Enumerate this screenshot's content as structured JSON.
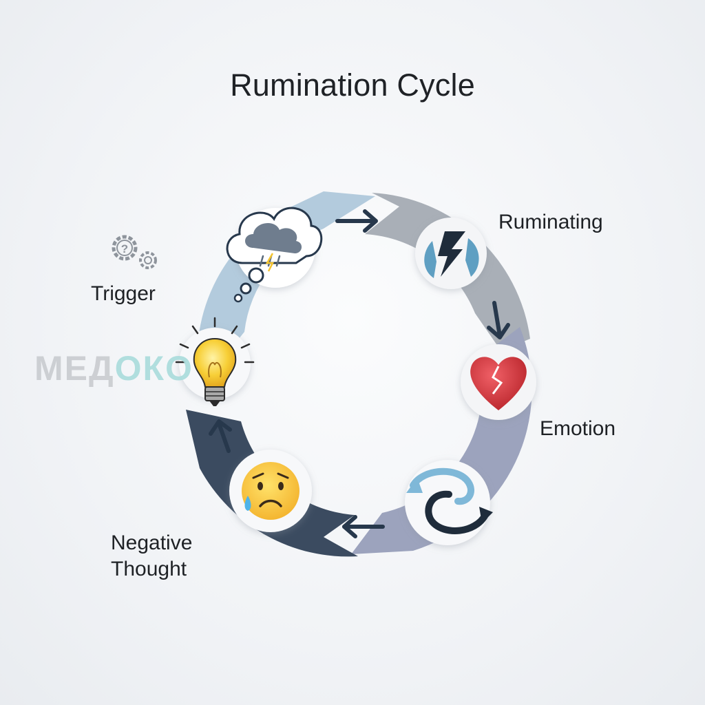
{
  "title": "Rumination Cycle",
  "stages": [
    {
      "id": "trigger",
      "label": "Trigger",
      "icon": "gears-question-icon"
    },
    {
      "id": "ruminating",
      "label": "Ruminating",
      "icon": "lightning-icon"
    },
    {
      "id": "emotion",
      "label": "Emotion",
      "icon": "broken-heart-icon"
    },
    {
      "id": "negative-thought",
      "label": "Negative\nThought",
      "icon": "sad-face-icon"
    }
  ],
  "watermark": {
    "main": "МЕД",
    "accent": "ОКО"
  },
  "colors": {
    "segment_light_blue": "#b3cbdd",
    "segment_gray": "#a9afb7",
    "segment_lavender": "#9ca3bd",
    "segment_navy": "#3b4b60",
    "arrow": "#27384c",
    "heart": "#d8383d",
    "bulb": "#f7cf37"
  }
}
